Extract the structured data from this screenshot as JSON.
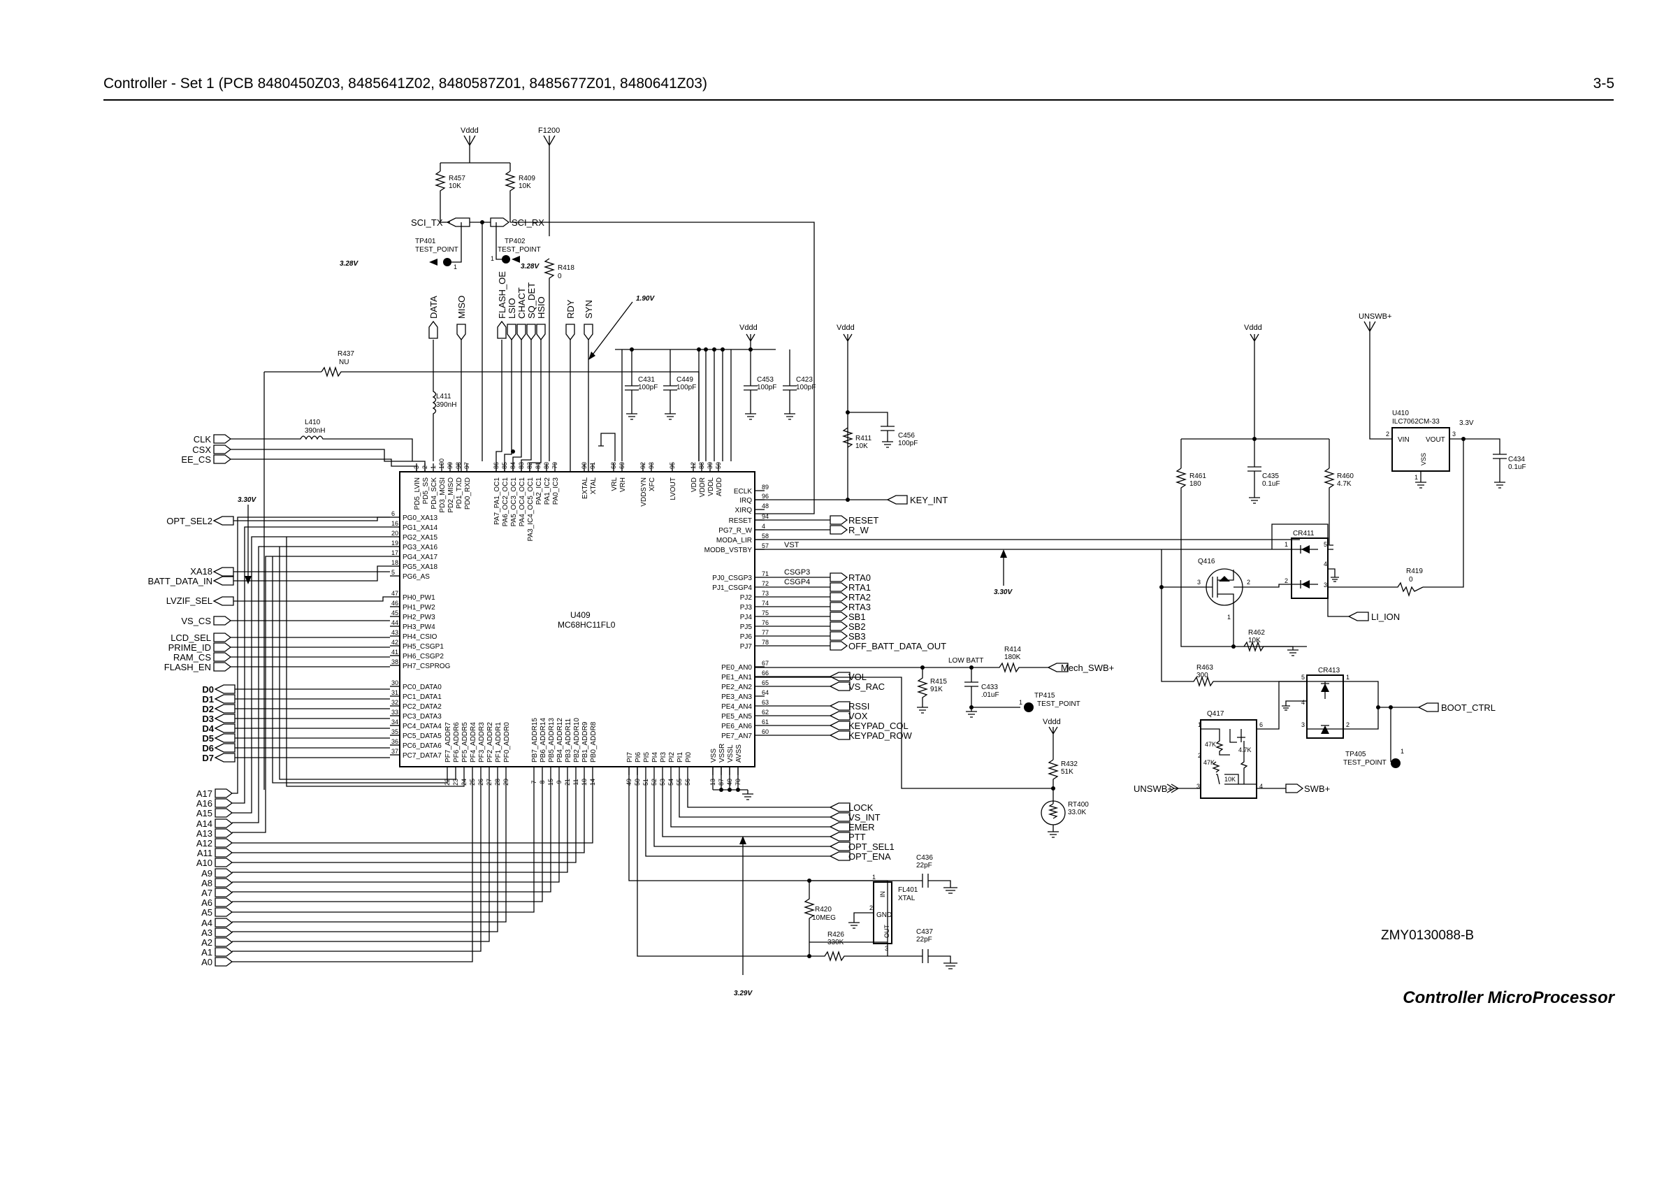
{
  "header": {
    "title": "Controller - Set 1 (PCB 8480450Z03, 8485641Z02, 8480587Z01, 8485677Z01, 8480641Z03)",
    "page": "3-5"
  },
  "figure": {
    "reference": "ZMY0130088-B",
    "caption": "Controller MicroProcessor"
  },
  "mcu": {
    "ref": "U409",
    "part": "MC68HC11FL0",
    "top_pins": [
      {
        "num": "3",
        "name": "PD5_LVIN"
      },
      {
        "num": "2",
        "name": "PD5_SS"
      },
      {
        "num": "1",
        "name": "PD4_SCK"
      },
      {
        "num": "100",
        "name": "PD3_MOSI"
      },
      {
        "num": "99",
        "name": "PD2_MISO"
      },
      {
        "num": "98",
        "name": "PD1_TXD"
      },
      {
        "num": "97",
        "name": "PD0_RXD"
      },
      {
        "num": "86",
        "name": "PA7_PA1_OC1"
      },
      {
        "num": "85",
        "name": "PA6_OC2_OC1"
      },
      {
        "num": "84",
        "name": "PA5_OC3_OC1"
      },
      {
        "num": "83",
        "name": "PA4_OC4_OC1"
      },
      {
        "num": "82",
        "name": "PA3_IC4_OC5_OC1"
      },
      {
        "num": "81",
        "name": "PA2_IC1"
      },
      {
        "num": "80",
        "name": "PA1_IC2"
      },
      {
        "num": "79",
        "name": "PA0_IC3"
      },
      {
        "num": "90",
        "name": "EXTAL"
      },
      {
        "num": "91",
        "name": "XTAL"
      },
      {
        "num": "68",
        "name": "VRL"
      },
      {
        "num": "69",
        "name": "VRH"
      },
      {
        "num": "92",
        "name": "VDDSYN"
      },
      {
        "num": "93",
        "name": "XFC"
      },
      {
        "num": "95",
        "name": "LVOUT"
      },
      {
        "num": "12",
        "name": "VDD"
      },
      {
        "num": "88",
        "name": "VDDR"
      },
      {
        "num": "39",
        "name": "VDDL"
      },
      {
        "num": "59",
        "name": "AVDD"
      }
    ],
    "left_pins": [
      {
        "num": "6",
        "name": "PG0_XA13"
      },
      {
        "num": "16",
        "name": "PG1_XA14"
      },
      {
        "num": "20",
        "name": "PG2_XA15"
      },
      {
        "num": "19",
        "name": "PG3_XA16"
      },
      {
        "num": "17",
        "name": "PG4_XA17"
      },
      {
        "num": "18",
        "name": "PG5_XA18"
      },
      {
        "num": "5",
        "name": "PG6_AS"
      },
      {
        "num": "47",
        "name": "PH0_PW1"
      },
      {
        "num": "46",
        "name": "PH1_PW2"
      },
      {
        "num": "45",
        "name": "PH2_PW3"
      },
      {
        "num": "44",
        "name": "PH3_PW4"
      },
      {
        "num": "43",
        "name": "PH4_CSIO"
      },
      {
        "num": "42",
        "name": "PH5_CSGP1"
      },
      {
        "num": "41",
        "name": "PH6_CSGP2"
      },
      {
        "num": "38",
        "name": "PH7_CSPROG"
      },
      {
        "num": "30",
        "name": "PC0_DATA0"
      },
      {
        "num": "31",
        "name": "PC1_DATA1"
      },
      {
        "num": "32",
        "name": "PC2_DATA2"
      },
      {
        "num": "33",
        "name": "PC3_DATA3"
      },
      {
        "num": "34",
        "name": "PC4_DATA4"
      },
      {
        "num": "35",
        "name": "PC5_DATA5"
      },
      {
        "num": "36",
        "name": "PC6_DATA6"
      },
      {
        "num": "37",
        "name": "PC7_DATA7"
      }
    ],
    "right_pins": [
      {
        "num": "89",
        "name": "ECLK"
      },
      {
        "num": "96",
        "name": "IRQ"
      },
      {
        "num": "48",
        "name": "XIRQ"
      },
      {
        "num": "94",
        "name": "RESET"
      },
      {
        "num": "4",
        "name": "PG7_R_W"
      },
      {
        "num": "58",
        "name": "MODA_LIR"
      },
      {
        "num": "57",
        "name": "MODB_VSTBY"
      },
      {
        "num": "71",
        "name": "PJ0_CSGP3"
      },
      {
        "num": "72",
        "name": "PJ1_CSGP4"
      },
      {
        "num": "73",
        "name": "PJ2"
      },
      {
        "num": "74",
        "name": "PJ3"
      },
      {
        "num": "75",
        "name": "PJ4"
      },
      {
        "num": "76",
        "name": "PJ5"
      },
      {
        "num": "77",
        "name": "PJ6"
      },
      {
        "num": "78",
        "name": "PJ7"
      },
      {
        "num": "67",
        "name": "PE0_AN0"
      },
      {
        "num": "66",
        "name": "PE1_AN1"
      },
      {
        "num": "65",
        "name": "PE2_AN2"
      },
      {
        "num": "64",
        "name": "PE3_AN3"
      },
      {
        "num": "63",
        "name": "PE4_AN4"
      },
      {
        "num": "62",
        "name": "PE5_AN5"
      },
      {
        "num": "61",
        "name": "PE6_AN6"
      },
      {
        "num": "60",
        "name": "PE7_AN7"
      }
    ],
    "bottom_pins": [
      {
        "num": "22",
        "name": "PF7_ADDR7"
      },
      {
        "num": "23",
        "name": "PF6_ADDR6"
      },
      {
        "num": "24",
        "name": "PF5_ADDR5"
      },
      {
        "num": "25",
        "name": "PF4_ADDR4"
      },
      {
        "num": "26",
        "name": "PF3_ADDR3"
      },
      {
        "num": "27",
        "name": "PF2_ADDR2"
      },
      {
        "num": "28",
        "name": "PF1_ADDR1"
      },
      {
        "num": "29",
        "name": "PF0_ADDR0"
      },
      {
        "num": "7",
        "name": "PB7_ADDR15"
      },
      {
        "num": "8",
        "name": "PB6_ADDR14"
      },
      {
        "num": "15",
        "name": "PB5_ADDR13"
      },
      {
        "num": "9",
        "name": "PB4_ADDR12"
      },
      {
        "num": "21",
        "name": "PB3_ADDR11"
      },
      {
        "num": "11",
        "name": "PB2_ADDR10"
      },
      {
        "num": "10",
        "name": "PB1_ADDR9"
      },
      {
        "num": "14",
        "name": "PB0_ADDR8"
      },
      {
        "num": "49",
        "name": "PI7"
      },
      {
        "num": "50",
        "name": "PI6"
      },
      {
        "num": "51",
        "name": "PI5"
      },
      {
        "num": "52",
        "name": "PI4"
      },
      {
        "num": "53",
        "name": "PI3"
      },
      {
        "num": "54",
        "name": "PI2"
      },
      {
        "num": "55",
        "name": "PI1"
      },
      {
        "num": "56",
        "name": "PI0"
      },
      {
        "num": "13",
        "name": "VSS"
      },
      {
        "num": "87",
        "name": "VSSR"
      },
      {
        "num": "40",
        "name": "VSSL"
      },
      {
        "num": "70",
        "name": "AVSS"
      }
    ]
  },
  "nets": {
    "left_top": [
      "CLK",
      "CSX",
      "EE_CS"
    ],
    "opt_sel2": "OPT_SEL2",
    "xa18": "XA18",
    "batt_data_in": "BATT_DATA_IN",
    "lvzif_sel": "LVZIF_SEL",
    "vs_cs": "VS_CS",
    "left_cs": [
      "LCD_SEL",
      "PRIME_ID",
      "RAM_CS",
      "FLASH_EN"
    ],
    "data_bus": [
      "D0",
      "D1",
      "D2",
      "D3",
      "D4",
      "D5",
      "D6",
      "D7"
    ],
    "addr_bus": [
      "A17",
      "A16",
      "A15",
      "A14",
      "A13",
      "A12",
      "A11",
      "A10",
      "A9",
      "A8",
      "A7",
      "A6",
      "A5",
      "A4",
      "A3",
      "A2",
      "A1",
      "A0"
    ],
    "top_vertical": [
      "DATA",
      "MISO",
      "FLASH_OE",
      "LSIO",
      "CHACT",
      "SQ_DET",
      "HSIO",
      "RDY",
      "SYN"
    ],
    "sci_tx": "SCI_TX",
    "sci_rx": "SCI_RX",
    "right_top": [
      "KEY_INT",
      "RESET",
      "R_W"
    ],
    "vst": "VST",
    "csgp3": "CSGP3",
    "csgp4": "CSGP4",
    "pj_out": [
      "RTA0",
      "RTA1",
      "RTA2",
      "RTA3",
      "SB1",
      "SB2",
      "SB3",
      "OFF_BATT_DATA_OUT"
    ],
    "pe_out": [
      "VOL",
      "VS_RAC",
      "RSSI",
      "VOX",
      "KEYPAD_COL",
      "KEYPAD_ROW"
    ],
    "pi_out": [
      "LOCK",
      "VS_INT",
      "EMER",
      "PTT",
      "OPT_SEL1",
      "OPT_ENA"
    ],
    "low_batt": "LOW BATT",
    "mech_swb": "Mech_SWB+",
    "li_ion": "LI_ION",
    "boot_ctrl": "BOOT_CTRL",
    "unswb_in": "UNSWB+",
    "swb_out": "SWB+"
  },
  "power": {
    "vddd": "Vddd",
    "f1200": "F1200",
    "unswb": "UNSWB+",
    "v33": "3.3V"
  },
  "voltages": {
    "v328a": "3.28V",
    "v328b": "3.28V",
    "v190": "1.90V",
    "v330a": "3.30V",
    "v330b": "3.30V",
    "v329": "3.29V"
  },
  "components": {
    "r457": {
      "ref": "R457",
      "val": "10K"
    },
    "r409": {
      "ref": "R409",
      "val": "10K"
    },
    "r418": {
      "ref": "R418",
      "val": "0"
    },
    "r437": {
      "ref": "R437",
      "val": "NU"
    },
    "l411": {
      "ref": "L411",
      "val": "390nH"
    },
    "l410": {
      "ref": "L410",
      "val": "390nH"
    },
    "tp401": {
      "ref": "TP401",
      "val": "TEST_POINT",
      "pin": "1"
    },
    "tp402": {
      "ref": "TP402",
      "val": "TEST_POINT",
      "pin": "1"
    },
    "c431": {
      "ref": "C431",
      "val": "100pF"
    },
    "c449": {
      "ref": "C449",
      "val": "100pF"
    },
    "c453": {
      "ref": "C453",
      "val": "100pF"
    },
    "c423": {
      "ref": "C423",
      "val": "100pF"
    },
    "c456": {
      "ref": "C456",
      "val": "100pF"
    },
    "r411": {
      "ref": "R411",
      "val": "10K"
    },
    "r414": {
      "ref": "R414",
      "val": "180K"
    },
    "r415": {
      "ref": "R415",
      "val": "91K"
    },
    "c433": {
      "ref": "C433",
      "val": ".01uF"
    },
    "tp415": {
      "ref": "TP415",
      "val": "TEST_POINT",
      "pin": "1"
    },
    "r432": {
      "ref": "R432",
      "val": "51K"
    },
    "rt400": {
      "ref": "RT400",
      "val": "33.0K"
    },
    "c436": {
      "ref": "C436",
      "val": "22pF"
    },
    "c437": {
      "ref": "C437",
      "val": "22pF"
    },
    "r420": {
      "ref": "R420",
      "val": "10MEG"
    },
    "r426": {
      "ref": "R426",
      "val": "330K"
    },
    "fl401": {
      "ref": "FL401",
      "val": "XTAL",
      "in": "IN",
      "gnd": "GND",
      "out": "OUT"
    },
    "u410": {
      "ref": "U410",
      "val": "ILC7062CM-33",
      "vin": "VIN",
      "vout": "VOUT",
      "vss": "VSS"
    },
    "c434": {
      "ref": "C434",
      "val": "0.1uF"
    },
    "r461": {
      "ref": "R461",
      "val": "180"
    },
    "c435": {
      "ref": "C435",
      "val": "0.1uF"
    },
    "r460": {
      "ref": "R460",
      "val": "4.7K"
    },
    "cr411": {
      "ref": "CR411"
    },
    "q416": {
      "ref": "Q416"
    },
    "r419": {
      "ref": "R419",
      "val": "0"
    },
    "r462": {
      "ref": "R462",
      "val": "10K"
    },
    "r463": {
      "ref": "R463",
      "val": "300"
    },
    "cr413": {
      "ref": "CR413"
    },
    "q417": {
      "ref": "Q417",
      "r1": "47K",
      "r2": "47K",
      "r3": "4.7K",
      "r4": "10K"
    },
    "tp405": {
      "ref": "TP405",
      "val": "TEST_POINT",
      "pin": "1"
    }
  }
}
